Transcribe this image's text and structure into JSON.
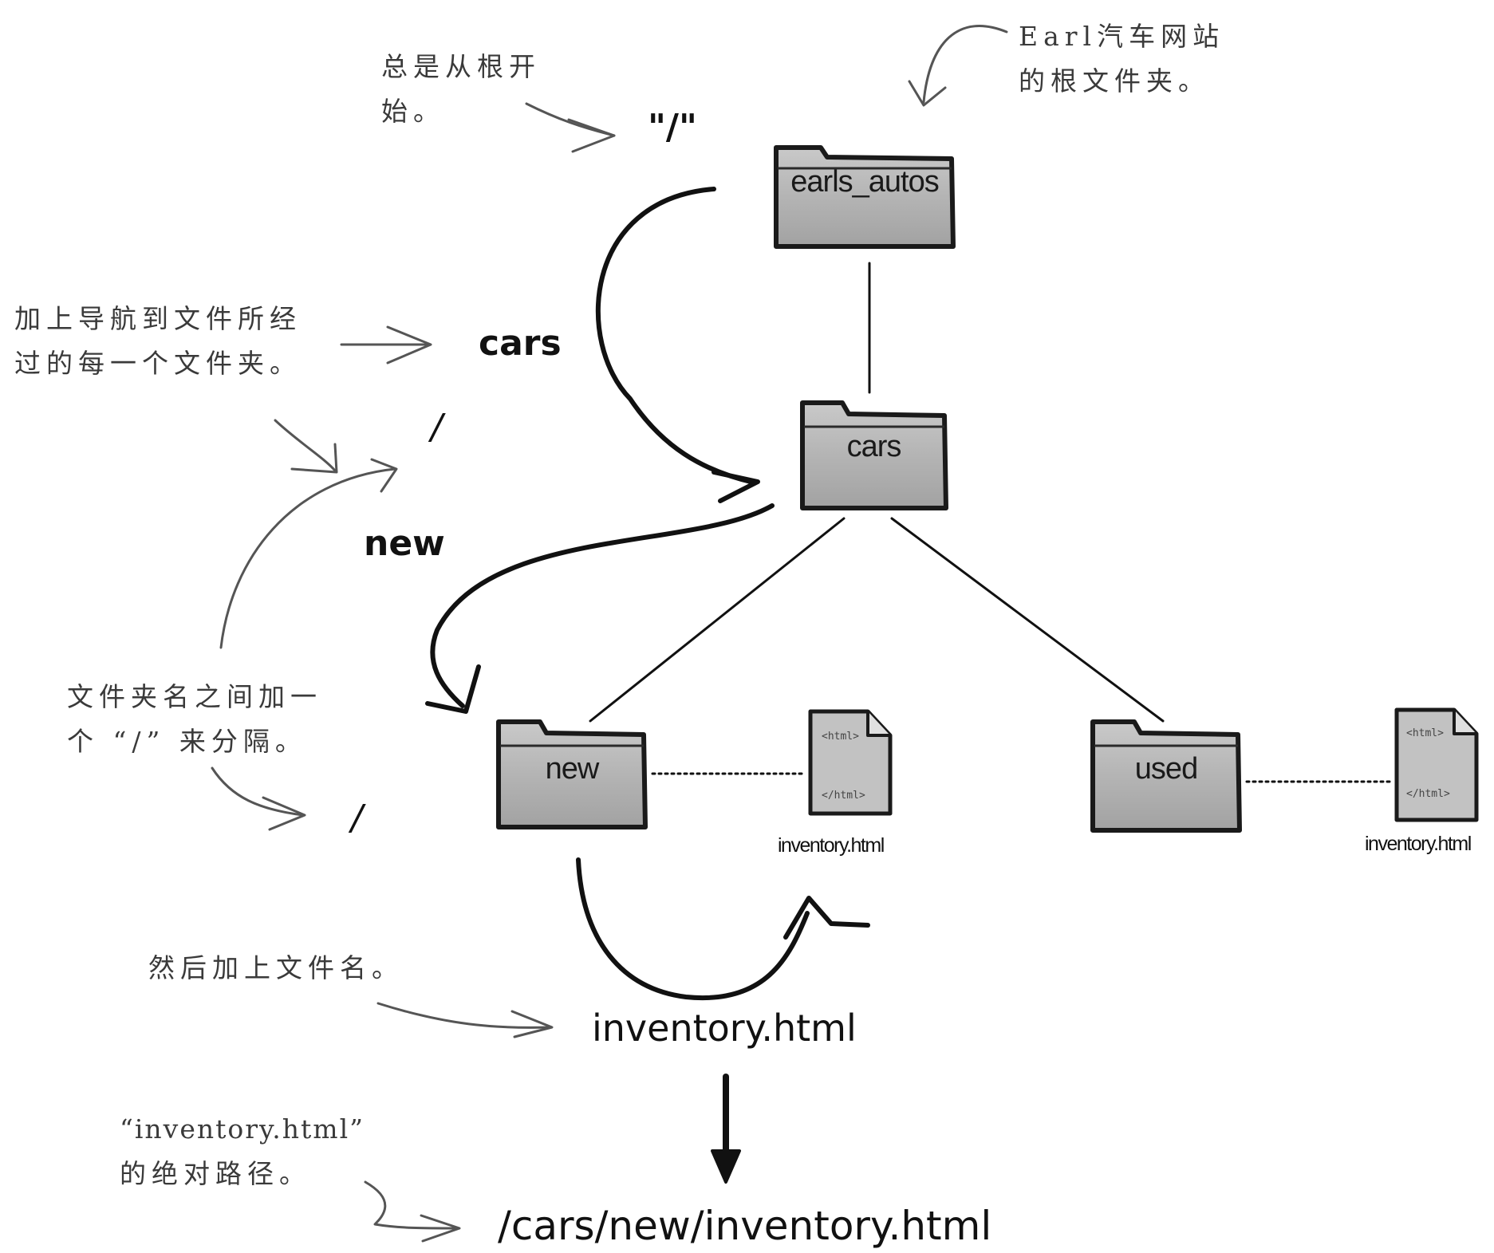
{
  "tree": {
    "root_folder": "earls_autos",
    "cars_folder": "cars",
    "new_folder": "new",
    "used_folder": "used",
    "new_file": {
      "name": "inventory.html",
      "open_tag": "<html>",
      "close_tag": "</html>"
    },
    "used_file": {
      "name": "inventory.html",
      "open_tag": "<html>",
      "close_tag": "</html>"
    }
  },
  "path_building": {
    "root": "\"/\"",
    "segment_cars": "cars",
    "separator_1": "/",
    "segment_new": "new",
    "separator_2": "/",
    "filename": "inventory.html",
    "absolute_path": "/cars/new/inventory.html"
  },
  "annotations": {
    "root_note": [
      "Earl汽车网站",
      "的根文件夹。"
    ],
    "start_note": [
      "总是从根开",
      "始。"
    ],
    "folders_note": [
      "加上导航到文件所经",
      "过的每一个文件夹。"
    ],
    "separator_note": [
      "文件夹名之间加一",
      "个 “/” 来分隔。"
    ],
    "filename_note": [
      "然后加上文件名。"
    ],
    "absolute_note": [
      "“inventory.html”",
      "的绝对路径。"
    ]
  }
}
